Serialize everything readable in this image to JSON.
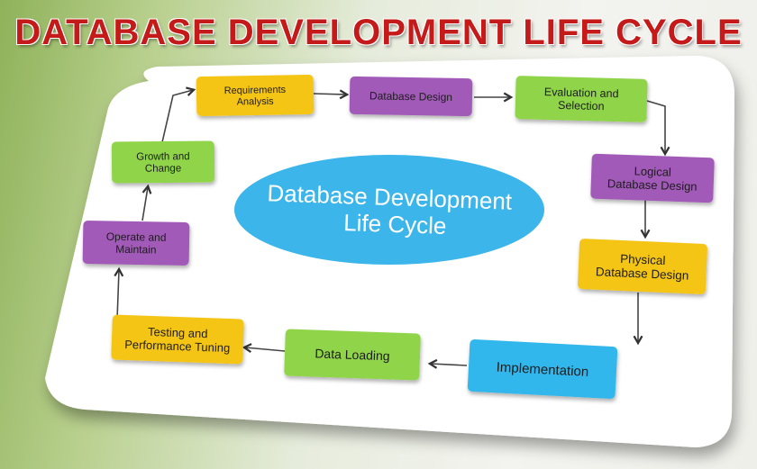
{
  "title": "DATABASE DEVELOPMENT LIFE CYCLE",
  "center": [
    "Database Development",
    "Life Cycle"
  ],
  "colors": {
    "yellow": "#f5c518",
    "purple": "#a25ab8",
    "green": "#8fd448",
    "blue": "#33b7ec",
    "ellipse": "#3bb5ea",
    "title": "#c41a1a"
  },
  "nodes": [
    {
      "id": "requirements-analysis",
      "lines": [
        "Requirements",
        "Analysis"
      ],
      "color": "yellow"
    },
    {
      "id": "database-design",
      "lines": [
        "Database Design"
      ],
      "color": "purple"
    },
    {
      "id": "evaluation-and-selection",
      "lines": [
        "Evaluation and",
        "Selection"
      ],
      "color": "green"
    },
    {
      "id": "logical-database-design",
      "lines": [
        "Logical",
        "Database Design"
      ],
      "color": "purple"
    },
    {
      "id": "physical-database-design",
      "lines": [
        "Physical",
        "Database Design"
      ],
      "color": "yellow"
    },
    {
      "id": "implementation",
      "lines": [
        "Implementation"
      ],
      "color": "blue"
    },
    {
      "id": "data-loading",
      "lines": [
        "Data Loading"
      ],
      "color": "green"
    },
    {
      "id": "testing-and-performance-tuning",
      "lines": [
        "Testing and",
        "Performance Tuning"
      ],
      "color": "yellow"
    },
    {
      "id": "operate-and-maintain",
      "lines": [
        "Operate and",
        "Maintain"
      ],
      "color": "purple"
    },
    {
      "id": "growth-and-change",
      "lines": [
        "Growth and",
        "Change"
      ],
      "color": "green"
    }
  ]
}
